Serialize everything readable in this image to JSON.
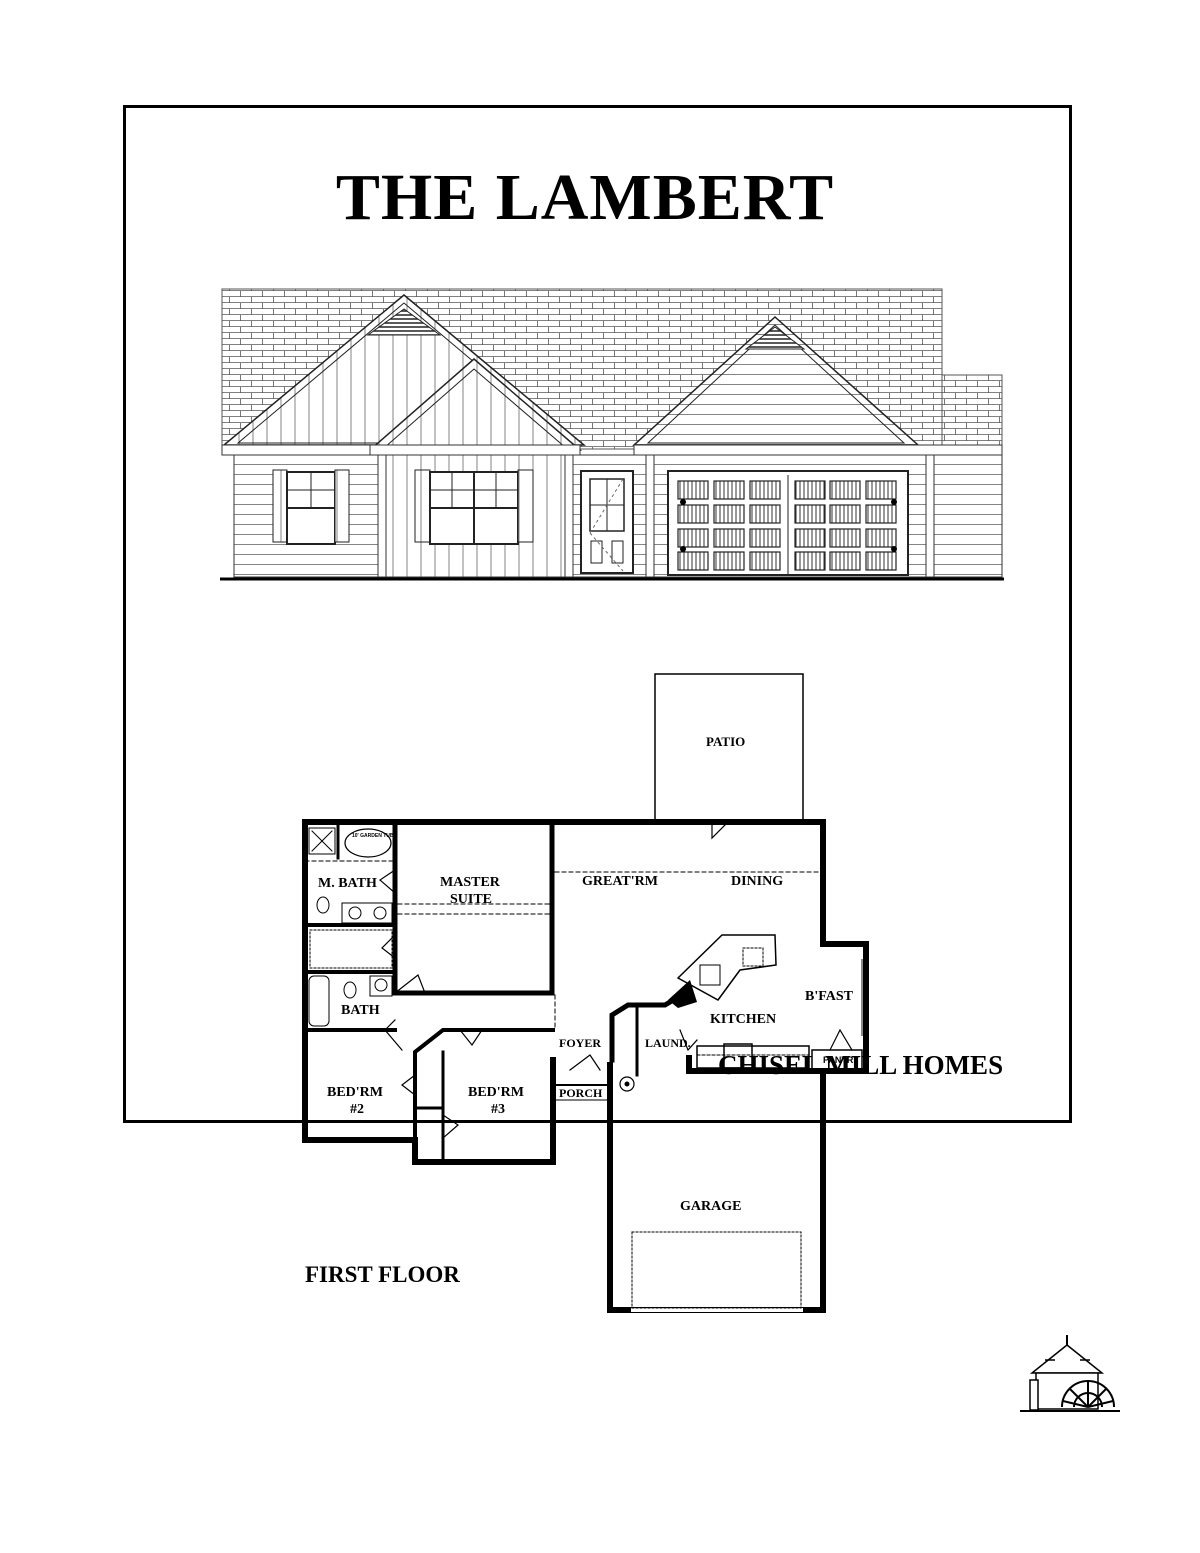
{
  "document": {
    "title": "THE LAMBERT",
    "floor_label": "FIRST FLOOR",
    "brand": "CHISEL MILL HOMES"
  },
  "elevation": {
    "description": "Front elevation drawing",
    "features": [
      "shingle-roof",
      "board-and-batten-gables",
      "gable-vents",
      "shuttered-windows",
      "front-door",
      "double-garage-door"
    ]
  },
  "floor_plan": {
    "rooms": {
      "patio": "PATIO",
      "great_room": "GREAT'RM",
      "dining": "DINING",
      "master_suite_line1": "MASTER",
      "master_suite_line2": "SUITE",
      "master_bath": "M. BATH",
      "garden_tub": "10' GARDEN TUB",
      "bath": "BATH",
      "bedroom2_line1": "BED'RM",
      "bedroom2_line2": "#2",
      "bedroom3_line1": "BED'RM",
      "bedroom3_line2": "#3",
      "kitchen": "KITCHEN",
      "breakfast": "B'FAST",
      "pantry": "PANTRY",
      "foyer": "FOYER",
      "laundry": "LAUND.",
      "porch": "PORCH",
      "garage": "GARAGE"
    }
  }
}
